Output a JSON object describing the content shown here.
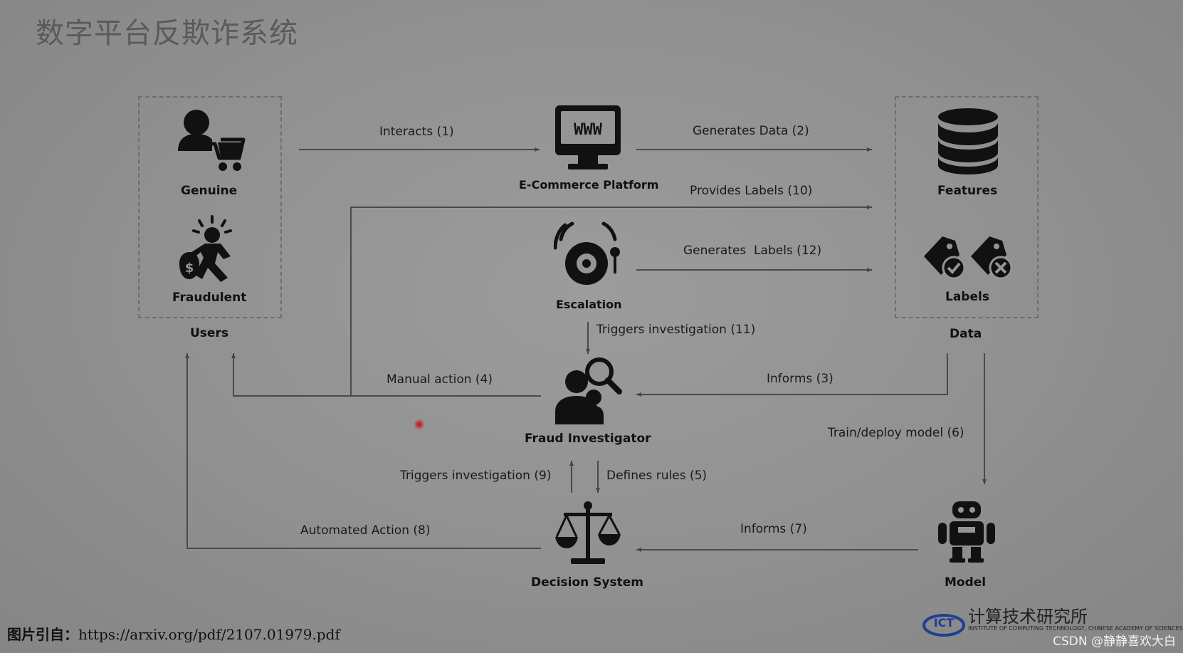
{
  "title": "数字平台反欺诈系统",
  "groups": {
    "users": "Users",
    "data": "Data"
  },
  "nodes": {
    "genuine": "Genuine",
    "fraudulent": "Fraudulent",
    "ecommerce": "E-Commerce Platform",
    "escalation": "Escalation",
    "fraud_investigator": "Fraud Investigator",
    "decision_system": "Decision System",
    "features": "Features",
    "labels": "Labels",
    "model": "Model"
  },
  "edges": {
    "interacts": "Interacts (1)",
    "generates_data": "Generates Data (2)",
    "provides_labels": "Provides Labels (10)",
    "generates_labels": "Generates  Labels (12)",
    "triggers_investigation_11": "Triggers investigation (11)",
    "manual_action": "Manual action (4)",
    "informs_3": "Informs (3)",
    "train_deploy": "Train/deploy model (6)",
    "triggers_investigation_9": "Triggers investigation (9)",
    "defines_rules": "Defines rules (5)",
    "automated_action": "Automated Action (8)",
    "informs_7": "Informs (7)"
  },
  "icons": {
    "ecommerce_screen_text": "WWW"
  },
  "footer": {
    "label": "图片引自：",
    "url": "https://arxiv.org/pdf/2107.01979.pdf"
  },
  "logo": {
    "text": "计算技术研究所",
    "sub": "INSTITUTE OF COMPUTING TECHNOLOGY, CHINESE ACADEMY OF SCIENCES"
  },
  "watermark": "CSDN @静静喜欢大白",
  "colors": {
    "background": "#959595",
    "icon": "#111111",
    "line": "#444444"
  }
}
